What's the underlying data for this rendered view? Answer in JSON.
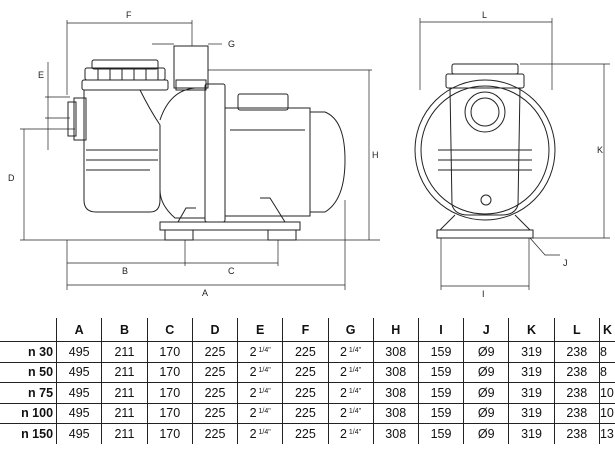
{
  "dimension_labels": {
    "A": "A",
    "B": "B",
    "C": "C",
    "D": "D",
    "E": "E",
    "F": "F",
    "G": "G",
    "H": "H",
    "I": "I",
    "J": "J",
    "K": "K",
    "L": "L"
  },
  "table": {
    "headers": [
      "",
      "A",
      "B",
      "C",
      "D",
      "E",
      "F",
      "G",
      "H",
      "I",
      "J",
      "K",
      "L",
      "K"
    ],
    "rows": [
      {
        "model": "n 30",
        "values": [
          "495",
          "211",
          "170",
          "225",
          "2",
          "225",
          "2",
          "308",
          "159",
          "Ø9",
          "319",
          "238",
          "8"
        ]
      },
      {
        "model": "n 50",
        "values": [
          "495",
          "211",
          "170",
          "225",
          "2",
          "225",
          "2",
          "308",
          "159",
          "Ø9",
          "319",
          "238",
          "8"
        ]
      },
      {
        "model": "n 75",
        "values": [
          "495",
          "211",
          "170",
          "225",
          "2",
          "225",
          "2",
          "308",
          "159",
          "Ø9",
          "319",
          "238",
          "10"
        ]
      },
      {
        "model": "n 100",
        "values": [
          "495",
          "211",
          "170",
          "225",
          "2",
          "225",
          "2",
          "308",
          "159",
          "Ø9",
          "319",
          "238",
          "10"
        ]
      },
      {
        "model": "n 150",
        "values": [
          "495",
          "211",
          "170",
          "225",
          "2",
          "225",
          "2",
          "308",
          "159",
          "Ø9",
          "319",
          "238",
          "13"
        ]
      }
    ],
    "fraction": "1/4\""
  },
  "colors": {
    "line": "#222222",
    "table_line": "#222222"
  }
}
